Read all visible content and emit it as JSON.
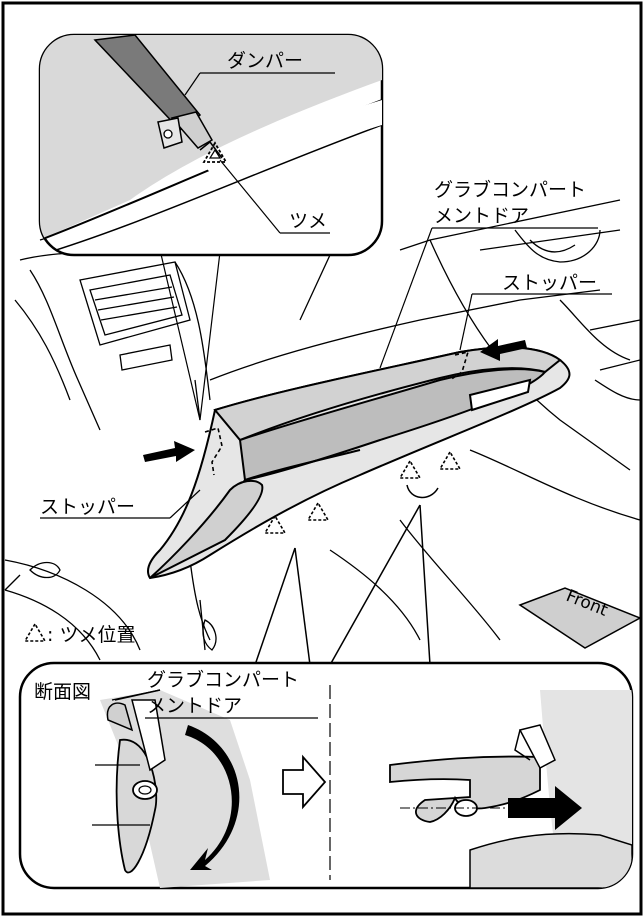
{
  "labels": {
    "damper": "ダンパー",
    "claw": "ツメ",
    "glovebox_door_line1": "グラブコンパート",
    "glovebox_door_line2": "メントドア",
    "stopper_right": "ストッパー",
    "stopper_left": "ストッパー",
    "claw_position_legend": ": ツメ位置",
    "front": "Front",
    "section_view": "断面図",
    "section_door_line1": "グラブコンパート",
    "section_door_line2": "メントドア"
  }
}
